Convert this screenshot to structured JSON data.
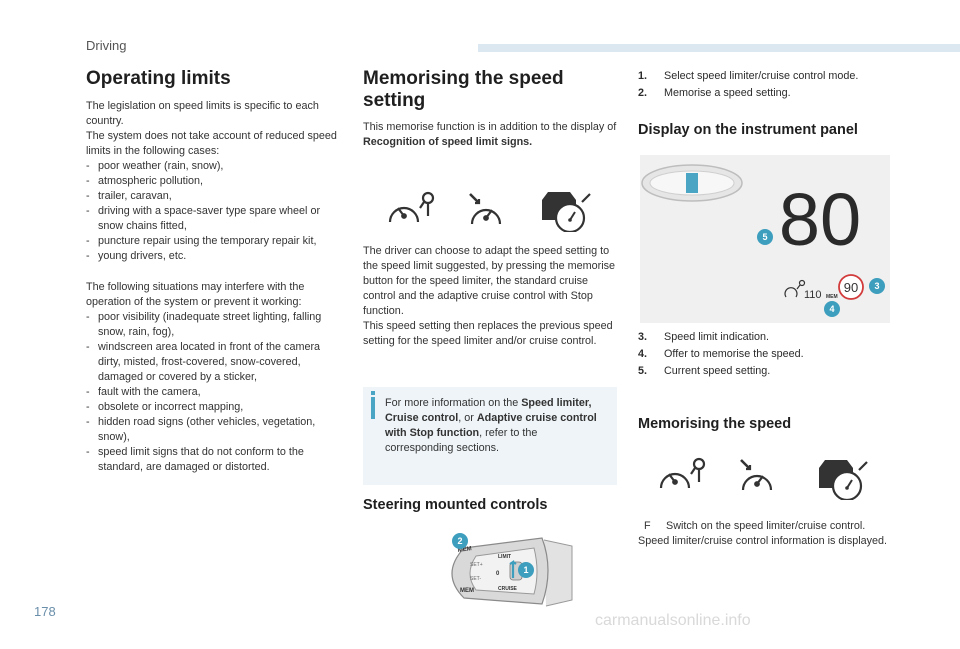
{
  "header": {
    "section": "Driving"
  },
  "colors": {
    "accent": "#4aa5c4",
    "callout": "#3d9ebd",
    "bar": "#dce8f1",
    "info_bg": "#eef4f8"
  },
  "col1": {
    "title": "Operating limits",
    "intro": [
      "The legislation on speed limits is specific to each country.",
      "The system does not take account of reduced speed limits in the following cases:"
    ],
    "cases": [
      "poor weather (rain, snow),",
      "atmospheric pollution,",
      "trailer, caravan,",
      "driving with a space-saver type spare wheel or snow chains fitted,",
      "puncture repair using the temporary repair kit,",
      "young drivers, etc."
    ],
    "situations_intro": "The following situations may interfere with the operation of the system or prevent it working:",
    "situations": [
      "poor visibility (inadequate street lighting, falling snow, rain, fog),",
      "windscreen area located in front of the camera dirty, misted, frost-covered, snow-covered, damaged or covered by a sticker,",
      "fault with the camera,",
      "obsolete or incorrect mapping,",
      "hidden road signs (other vehicles, vegetation, snow),",
      "speed limit signs that do not conform to the standard, are damaged or distorted."
    ]
  },
  "col2": {
    "title": "Memorising the speed setting",
    "intro_plain": "This memorise function is in addition to the display of ",
    "intro_bold": "Recognition of speed limit signs.",
    "icons": [
      "speed-limiter-icon",
      "cruise-control-icon",
      "adaptive-cruise-icon"
    ],
    "paragraph1": "The driver can choose to adapt the speed setting to the speed limit suggested, by pressing the memorise button for the speed limiter, the standard cruise control and the adaptive cruise control with Stop function.",
    "paragraph2": "This speed setting then replaces the previous speed setting for the speed limiter and/or cruise control.",
    "info": {
      "t1": "For more information on the ",
      "b1": "Speed limiter, Cruise control",
      "t2": ", or ",
      "b2": "Adaptive cruise control with Stop function",
      "t3": ", refer to the corresponding sections."
    },
    "steering_title": "Steering mounted controls",
    "stalk": {
      "mem_top": "MEM",
      "mem_bottom": "MEM",
      "set_plus": "SET+",
      "set_minus": "SET-",
      "limit": "LIMIT",
      "cruise": "CRUISE",
      "zero": "0",
      "callout1": "1",
      "callout2": "2"
    }
  },
  "col3": {
    "steps": [
      {
        "num": "1.",
        "text": "Select speed limiter/cruise control mode."
      },
      {
        "num": "2.",
        "text": "Memorise a speed setting."
      }
    ],
    "display_title": "Display on the instrument panel",
    "panel": {
      "speed": "80",
      "suggested": "110",
      "mem": "MEM",
      "current": "90",
      "callouts": [
        "5",
        "3",
        "4"
      ]
    },
    "legend": [
      {
        "num": "3.",
        "text": "Speed limit indication."
      },
      {
        "num": "4.",
        "text": "Offer to memorise the speed."
      },
      {
        "num": "5.",
        "text": "Current speed setting."
      }
    ],
    "memorising_title": "Memorising the speed",
    "switch_arrow": "F",
    "switch_text": "Switch on the speed limiter/cruise control.",
    "switch_text2": "Speed limiter/cruise control information is displayed."
  },
  "footer": {
    "page_number": "178",
    "watermark": "carmanualsonline.info"
  }
}
